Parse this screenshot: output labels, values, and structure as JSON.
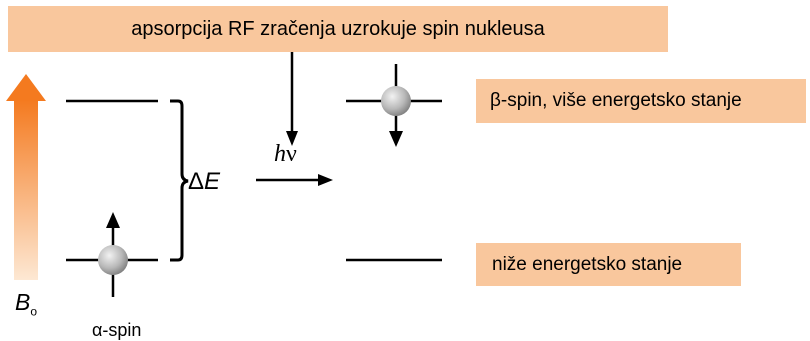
{
  "labels": {
    "top": "apsorpcija RF zračenja uzrokuje spin nukleusa",
    "beta": "β-spin, više energetsko stanje",
    "lower": "niže energetsko stanje",
    "alpha": "α-spin",
    "delta": "Δ",
    "delta_var": "E",
    "h": "h",
    "nu": "ν",
    "b": "B",
    "b_sub": "o"
  },
  "colors": {
    "box_fill": "#f9c79d",
    "arrow_top": "#f47a1f",
    "arrow_bottom": "#fde8d3",
    "line": "#000000",
    "ball_light": "#eeeeee",
    "ball_dark": "#8a8a8a"
  }
}
